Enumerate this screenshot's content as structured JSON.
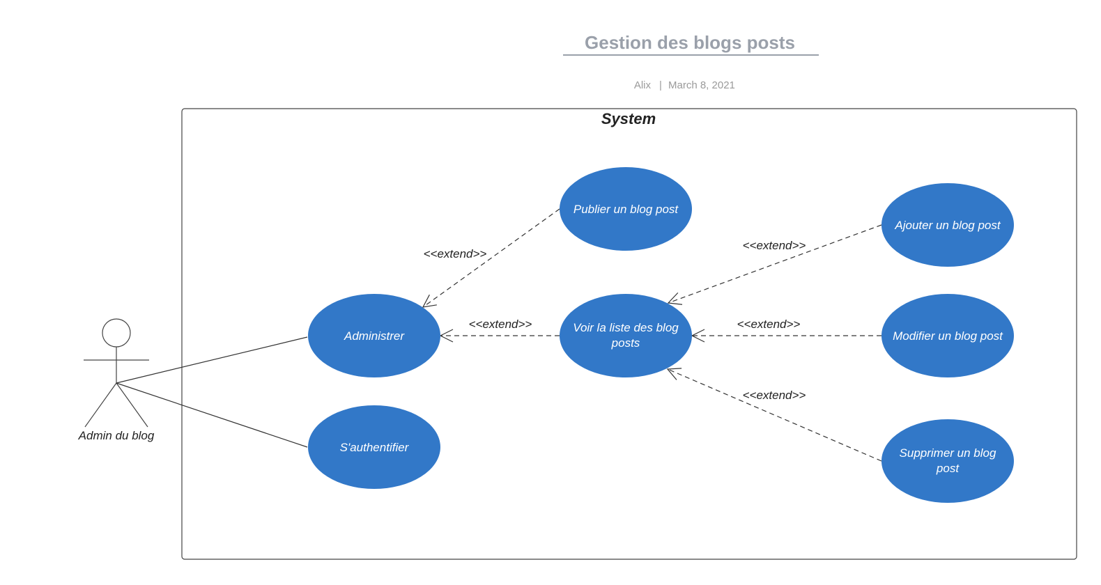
{
  "header": {
    "title": "Gestion des blogs posts",
    "author": "Alix",
    "separator": "|",
    "date": "March 8, 2021"
  },
  "system": {
    "label": "System"
  },
  "actor": {
    "label": "Admin du blog"
  },
  "use_cases": {
    "administrer": [
      "Administrer"
    ],
    "authentifier": [
      "S'authentifier"
    ],
    "publier": [
      "Publier un blog post"
    ],
    "voir_liste": [
      "Voir la liste des blog",
      "posts"
    ],
    "ajouter": [
      "Ajouter un blog post"
    ],
    "modifier": [
      "Modifier un blog post"
    ],
    "supprimer": [
      "Supprimer un blog",
      "post"
    ]
  },
  "relations": {
    "publier_administrer": "<<extend>>",
    "voir_administrer": "<<extend>>",
    "ajouter_voir": "<<extend>>",
    "modifier_voir": "<<extend>>",
    "supprimer_voir": "<<extend>>"
  },
  "colors": {
    "use_case_fill": "#3278c8",
    "line": "#333333",
    "title": "#9aa0aa",
    "meta": "#9a9a9a"
  }
}
